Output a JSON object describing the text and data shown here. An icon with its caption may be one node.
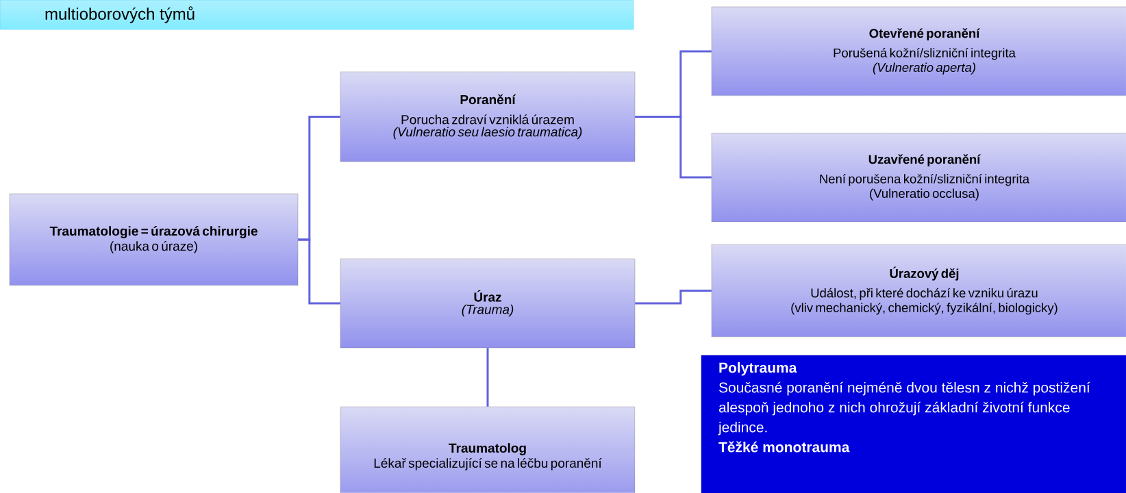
{
  "diagram": {
    "nodes": [
      {
        "text": [
          "multioborových týmů"
        ]
      },
      {
        "text": [
          "Traumatologie = úrazová chirurgie",
          "(nauka o úraze)"
        ]
      },
      {
        "text": [
          "Poranění",
          "Porucha zdraví vzniklá úrazem",
          "(Vulneratio seu laesio traumatica)"
        ]
      },
      {
        "text": [
          "Úraz",
          "(Trauma)"
        ]
      },
      {
        "text": [
          "Traumatolog",
          "Lékař specializující se na léčbu poranění"
        ]
      },
      {
        "text": [
          "Otevřené poranění",
          "Porušená kožní/slizniční integrita",
          "(Vulneratio aperta)"
        ]
      },
      {
        "text": [
          "Uzavřené poranění",
          "Není porušena kožní/slizniční integrita",
          "(Vulneratio occlusa)"
        ]
      },
      {
        "text": [
          "Úrazový děj",
          "Událost, při které dochází ke vzniku úrazu",
          "(vliv mechanický, chemický, fyzikální, biologicky)"
        ]
      },
      {
        "text": [
          "Polytrauma",
          "Současné poranění nejméně dvou tělesn z nichž postižení alespoň jednoho z nich ohrožují základní životní funkce jedince.",
          "Těžké monotrauma"
        ]
      }
    ],
    "edges": [
      {
        "from": 1,
        "to": 2,
        "arrow": "none"
      },
      {
        "from": 1,
        "to": 3,
        "arrow": "none"
      },
      {
        "from": 3,
        "to": 4,
        "arrow": "none"
      },
      {
        "from": 2,
        "to": 5,
        "arrow": "none"
      },
      {
        "from": 2,
        "to": 6,
        "arrow": "none"
      },
      {
        "from": 3,
        "to": 7,
        "arrow": "none"
      }
    ]
  }
}
